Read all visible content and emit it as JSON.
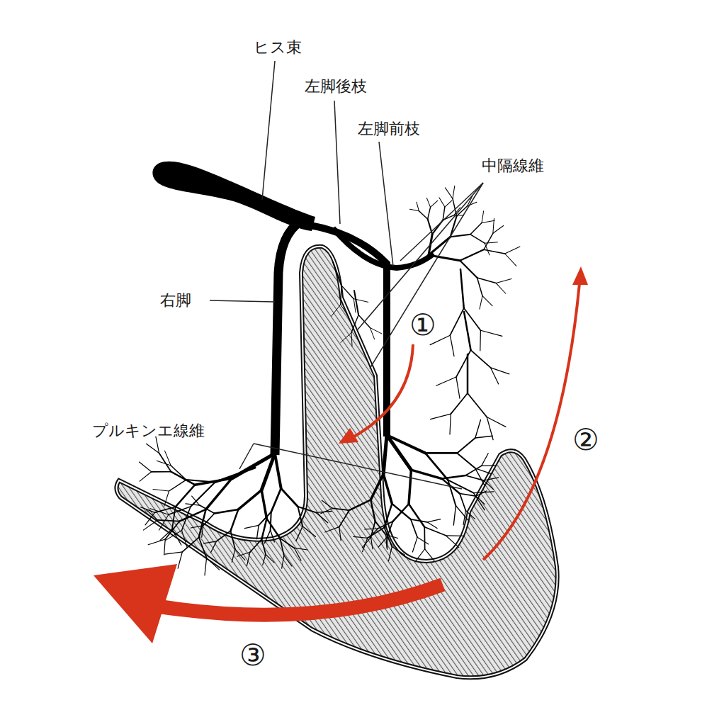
{
  "diagram": {
    "labels": [
      "ヒス束",
      "左脚後枝",
      "左脚前枝",
      "中隔線維",
      "右脚",
      "プルキンエ線維",
      "①",
      "②",
      "③"
    ]
  }
}
